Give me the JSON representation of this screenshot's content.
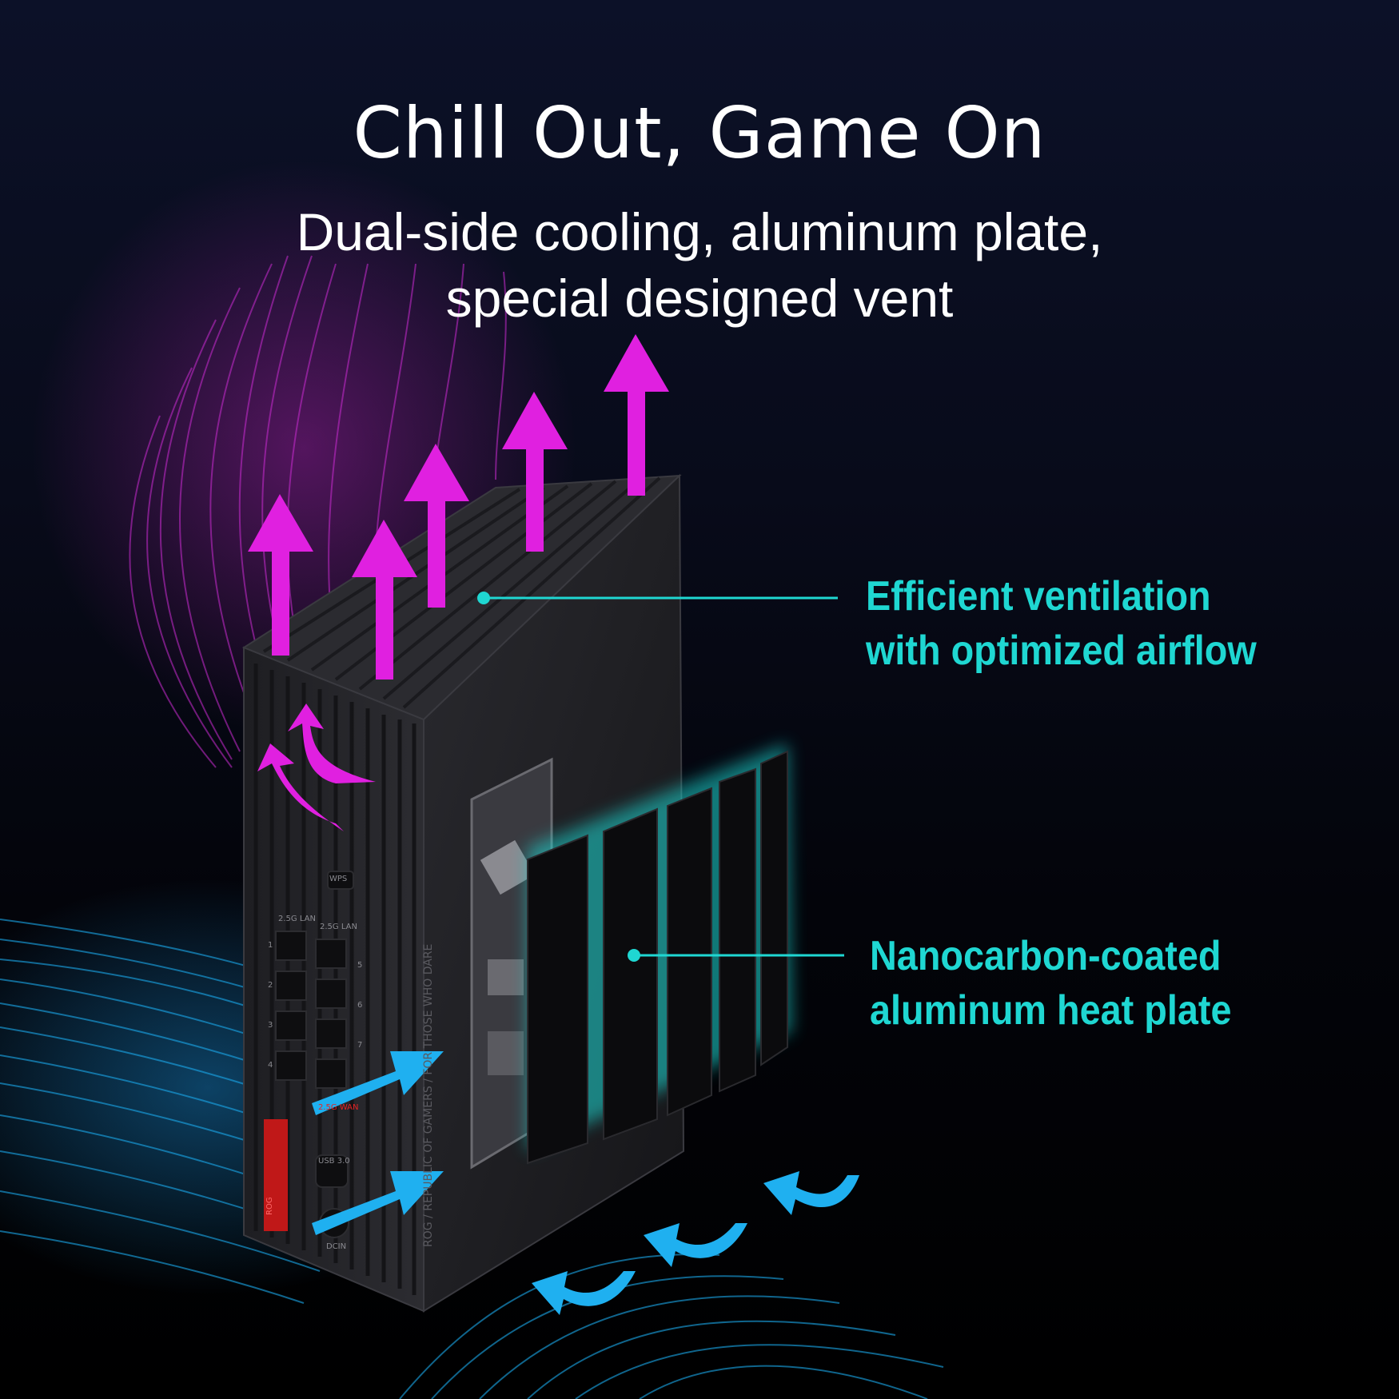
{
  "headline": "Chill Out, Game On",
  "subheadline": {
    "line1": "Dual-side cooling, aluminum plate,",
    "line2": "special designed vent"
  },
  "callouts": [
    {
      "line1": "Efficient ventilation",
      "line2": "with optimized airflow"
    },
    {
      "line1": "Nanocarbon-coated",
      "line2": "aluminum heat plate"
    }
  ],
  "device_labels": {
    "wps": "WPS",
    "lan_a": "2.5G LAN",
    "lan_b": "2.5G LAN",
    "port_numbers": [
      "1",
      "2",
      "3",
      "4",
      "5",
      "6",
      "7"
    ],
    "wan": "2.5G WAN",
    "usb": "USB 3.0",
    "power": "DCIN",
    "brand": "ROG",
    "side_text": "ROG / REPUBLIC OF GAMERS / FOR THOSE WHO DARE"
  },
  "colors": {
    "accent_cyan": "#1fd7d2",
    "hot_air_magenta": "#e020e0",
    "cool_air_blue": "#1fb0f0",
    "rog_red": "#e52323"
  }
}
